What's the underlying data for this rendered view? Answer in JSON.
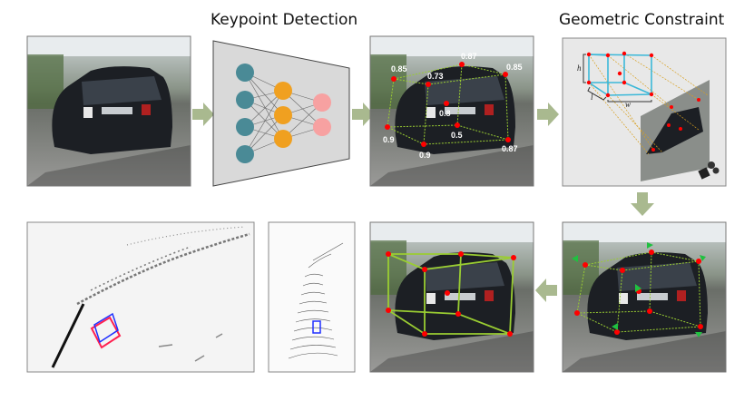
{
  "titles": {
    "keypoint_detection": "Keypoint Detection",
    "geometric_constraint": "Geometric Constraint"
  },
  "keypoint_scores": [
    "0.85",
    "0.73",
    "0.87",
    "0.85",
    "0.8",
    "0.9",
    "0.9",
    "0.5",
    "0.87"
  ],
  "dimension_labels": {
    "height": "h",
    "length": "l",
    "width": "w"
  },
  "colors": {
    "arrow": "#a9b98f",
    "network_input": "#4a8a96",
    "network_hidden": "#f0a020",
    "network_output": "#f7a1a1",
    "keypoint": "#ff0000",
    "wireframe": "#9acd32",
    "model_box": "#3bb8d8",
    "bev_box": "#ff2050"
  }
}
